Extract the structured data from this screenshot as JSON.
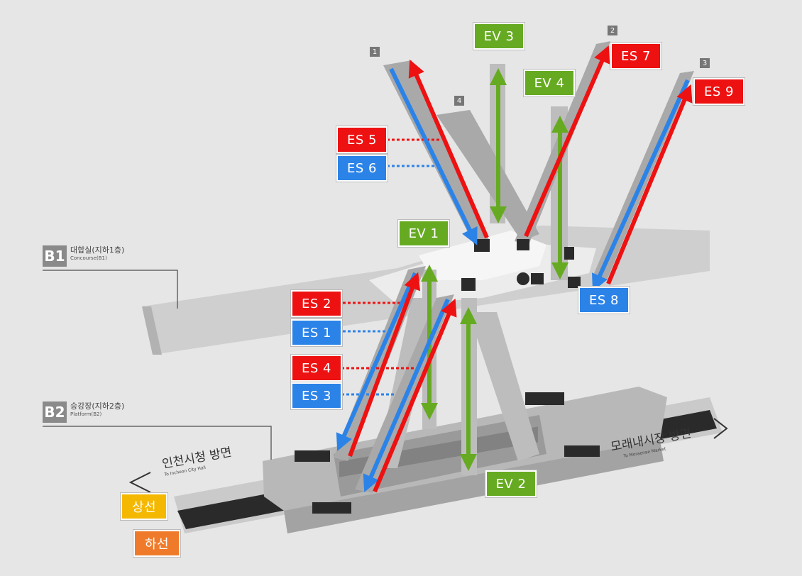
{
  "floors": {
    "b1": {
      "badge": "B1",
      "name_ko": "대합실(지하1층)",
      "name_en": "Concourse(B1)"
    },
    "b2": {
      "badge": "B2",
      "name_ko": "승강장(지하2층)",
      "name_en": "Platform(B2)"
    }
  },
  "directions": {
    "left": {
      "ko": "인천시청 방면",
      "en": "To Incheon City Hall"
    },
    "right": {
      "ko": "모래내시장 방면",
      "en": "To Moraenae Market"
    }
  },
  "exits": [
    "1",
    "2",
    "3",
    "4"
  ],
  "legend": {
    "up": "상선",
    "down": "하선"
  },
  "colors": {
    "escalator_up": "#ee1111",
    "escalator_down": "#2b83e8",
    "elevator": "#66aa22",
    "up_line": "#f5b800",
    "down_line": "#ef7b2a"
  },
  "labels": {
    "ev1": "EV 1",
    "ev2": "EV 2",
    "ev3": "EV 3",
    "ev4": "EV 4",
    "es1": "ES 1",
    "es2": "ES 2",
    "es3": "ES 3",
    "es4": "ES 4",
    "es5": "ES 5",
    "es6": "ES 6",
    "es7": "ES 7",
    "es8": "ES 8",
    "es9": "ES 9"
  }
}
